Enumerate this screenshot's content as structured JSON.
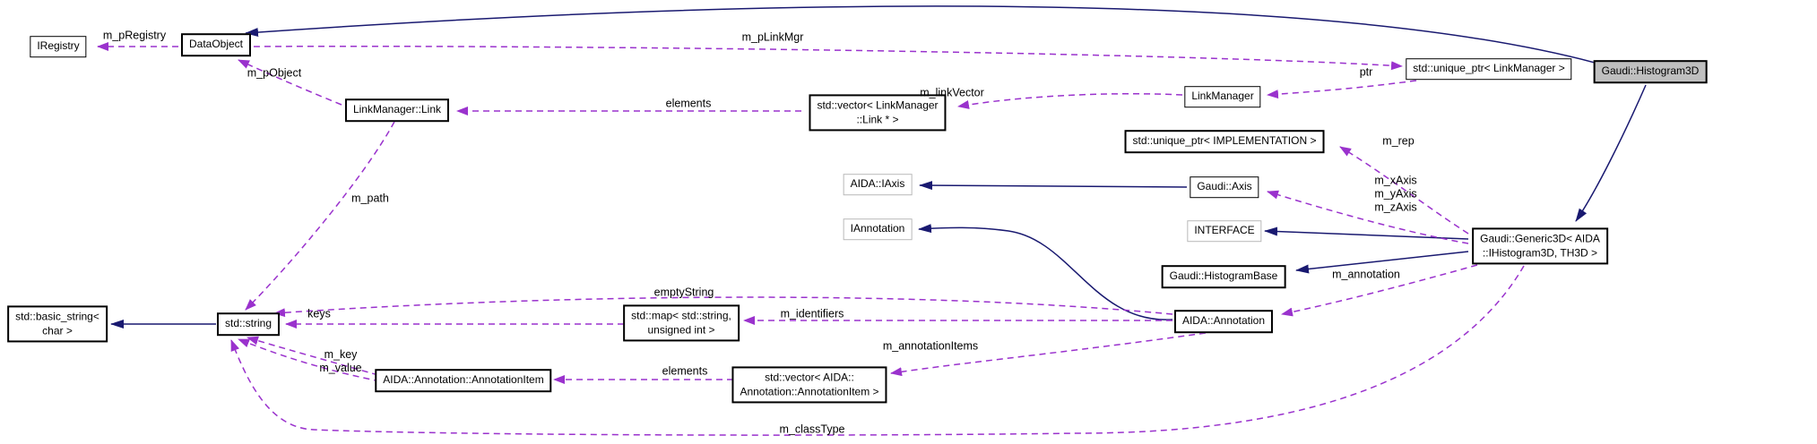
{
  "diagram_type": "collaboration-graph",
  "colors": {
    "inheritance_edge": "#191970",
    "usage_edge": "#9a32cd",
    "node_fill": "#ffffff",
    "current_node_fill": "#bfbfbf",
    "node_border": "#000000",
    "external_node_border": "#b9b9b9",
    "text": "#000000"
  },
  "nodes": [
    {
      "id": "iregistry",
      "label": "IRegistry"
    },
    {
      "id": "dataobject",
      "label": "DataObject"
    },
    {
      "id": "linkmanager-link",
      "label": "LinkManager::Link"
    },
    {
      "id": "vector-linkmanager-link",
      "label": "std::vector< LinkManager\n::Link * >"
    },
    {
      "id": "linkmanager",
      "label": "LinkManager"
    },
    {
      "id": "unique-ptr-linkmanager",
      "label": "std::unique_ptr< LinkManager >"
    },
    {
      "id": "gaudi-histogram3d",
      "label": "Gaudi::Histogram3D",
      "current": true
    },
    {
      "id": "unique-ptr-implementation",
      "label": "std::unique_ptr< IMPLEMENTATION >"
    },
    {
      "id": "aida-iaxis",
      "label": "AIDA::IAxis",
      "external": true
    },
    {
      "id": "gaudi-axis",
      "label": "Gaudi::Axis"
    },
    {
      "id": "iannotation",
      "label": "IAnnotation",
      "external": true
    },
    {
      "id": "interface",
      "label": "INTERFACE",
      "external": true
    },
    {
      "id": "gaudi-histogrambase",
      "label": "Gaudi::HistogramBase"
    },
    {
      "id": "aida-annotation",
      "label": "AIDA::Annotation"
    },
    {
      "id": "gaudi-generic3d",
      "label": "Gaudi::Generic3D< AIDA\n::IHistogram3D, TH3D >"
    },
    {
      "id": "std-basic-string",
      "label": "std::basic_string<\nchar >"
    },
    {
      "id": "std-string",
      "label": "std::string"
    },
    {
      "id": "std-map",
      "label": "std::map< std::string,\nunsigned int >"
    },
    {
      "id": "annotationitem",
      "label": "AIDA::Annotation::AnnotationItem"
    },
    {
      "id": "vector-annotationitem",
      "label": "std::vector< AIDA::\nAnnotation::AnnotationItem >"
    }
  ],
  "edges": [
    {
      "from": "dataobject",
      "to": "iregistry",
      "label": "m_pRegistry",
      "kind": "usage"
    },
    {
      "from": "dataobject",
      "to": "unique-ptr-linkmanager",
      "label": "m_pLinkMgr",
      "kind": "usage"
    },
    {
      "from": "linkmanager-link",
      "to": "dataobject",
      "label": "m_pObject",
      "kind": "usage"
    },
    {
      "from": "vector-linkmanager-link",
      "to": "linkmanager-link",
      "label": "elements",
      "kind": "usage"
    },
    {
      "from": "linkmanager",
      "to": "vector-linkmanager-link",
      "label": "m_linkVector",
      "kind": "usage"
    },
    {
      "from": "unique-ptr-linkmanager",
      "to": "linkmanager",
      "label": "ptr",
      "kind": "usage"
    },
    {
      "from": "gaudi-generic3d",
      "to": "unique-ptr-implementation",
      "label": "m_rep",
      "kind": "usage"
    },
    {
      "from": "gaudi-generic3d",
      "to": "gaudi-axis",
      "label": "m_xAxis\nm_yAxis\nm_zAxis",
      "kind": "usage"
    },
    {
      "from": "gaudi-generic3d",
      "to": "aida-annotation",
      "label": "m_annotation",
      "kind": "usage"
    },
    {
      "from": "aida-annotation",
      "to": "std-map",
      "label": "m_identifiers",
      "kind": "usage"
    },
    {
      "from": "aida-annotation",
      "to": "std-string",
      "label": "emptyString",
      "kind": "usage"
    },
    {
      "from": "std-map",
      "to": "std-string",
      "label": "keys",
      "kind": "usage"
    },
    {
      "from": "linkmanager-link",
      "to": "std-string",
      "label": "m_path",
      "kind": "usage"
    },
    {
      "from": "annotationitem",
      "to": "std-string",
      "label": "m_key\nm_value",
      "kind": "usage"
    },
    {
      "from": "vector-annotationitem",
      "to": "annotationitem",
      "label": "elements",
      "kind": "usage"
    },
    {
      "from": "aida-annotation",
      "to": "vector-annotationitem",
      "label": "m_annotationItems",
      "kind": "usage"
    },
    {
      "from": "gaudi-generic3d",
      "to": "std-string",
      "label": "m_classType",
      "kind": "usage"
    },
    {
      "from": "std-string",
      "to": "std-basic-string",
      "label": "",
      "kind": "inheritance"
    },
    {
      "from": "gaudi-axis",
      "to": "aida-iaxis",
      "label": "",
      "kind": "inheritance"
    },
    {
      "from": "aida-annotation",
      "to": "iannotation",
      "label": "",
      "kind": "inheritance"
    },
    {
      "from": "gaudi-generic3d",
      "to": "interface",
      "label": "",
      "kind": "inheritance"
    },
    {
      "from": "gaudi-generic3d",
      "to": "gaudi-histogrambase",
      "label": "",
      "kind": "inheritance"
    },
    {
      "from": "gaudi-histogram3d",
      "to": "gaudi-generic3d",
      "label": "",
      "kind": "inheritance"
    },
    {
      "from": "gaudi-histogram3d",
      "to": "dataobject",
      "label": "",
      "kind": "inheritance"
    }
  ]
}
